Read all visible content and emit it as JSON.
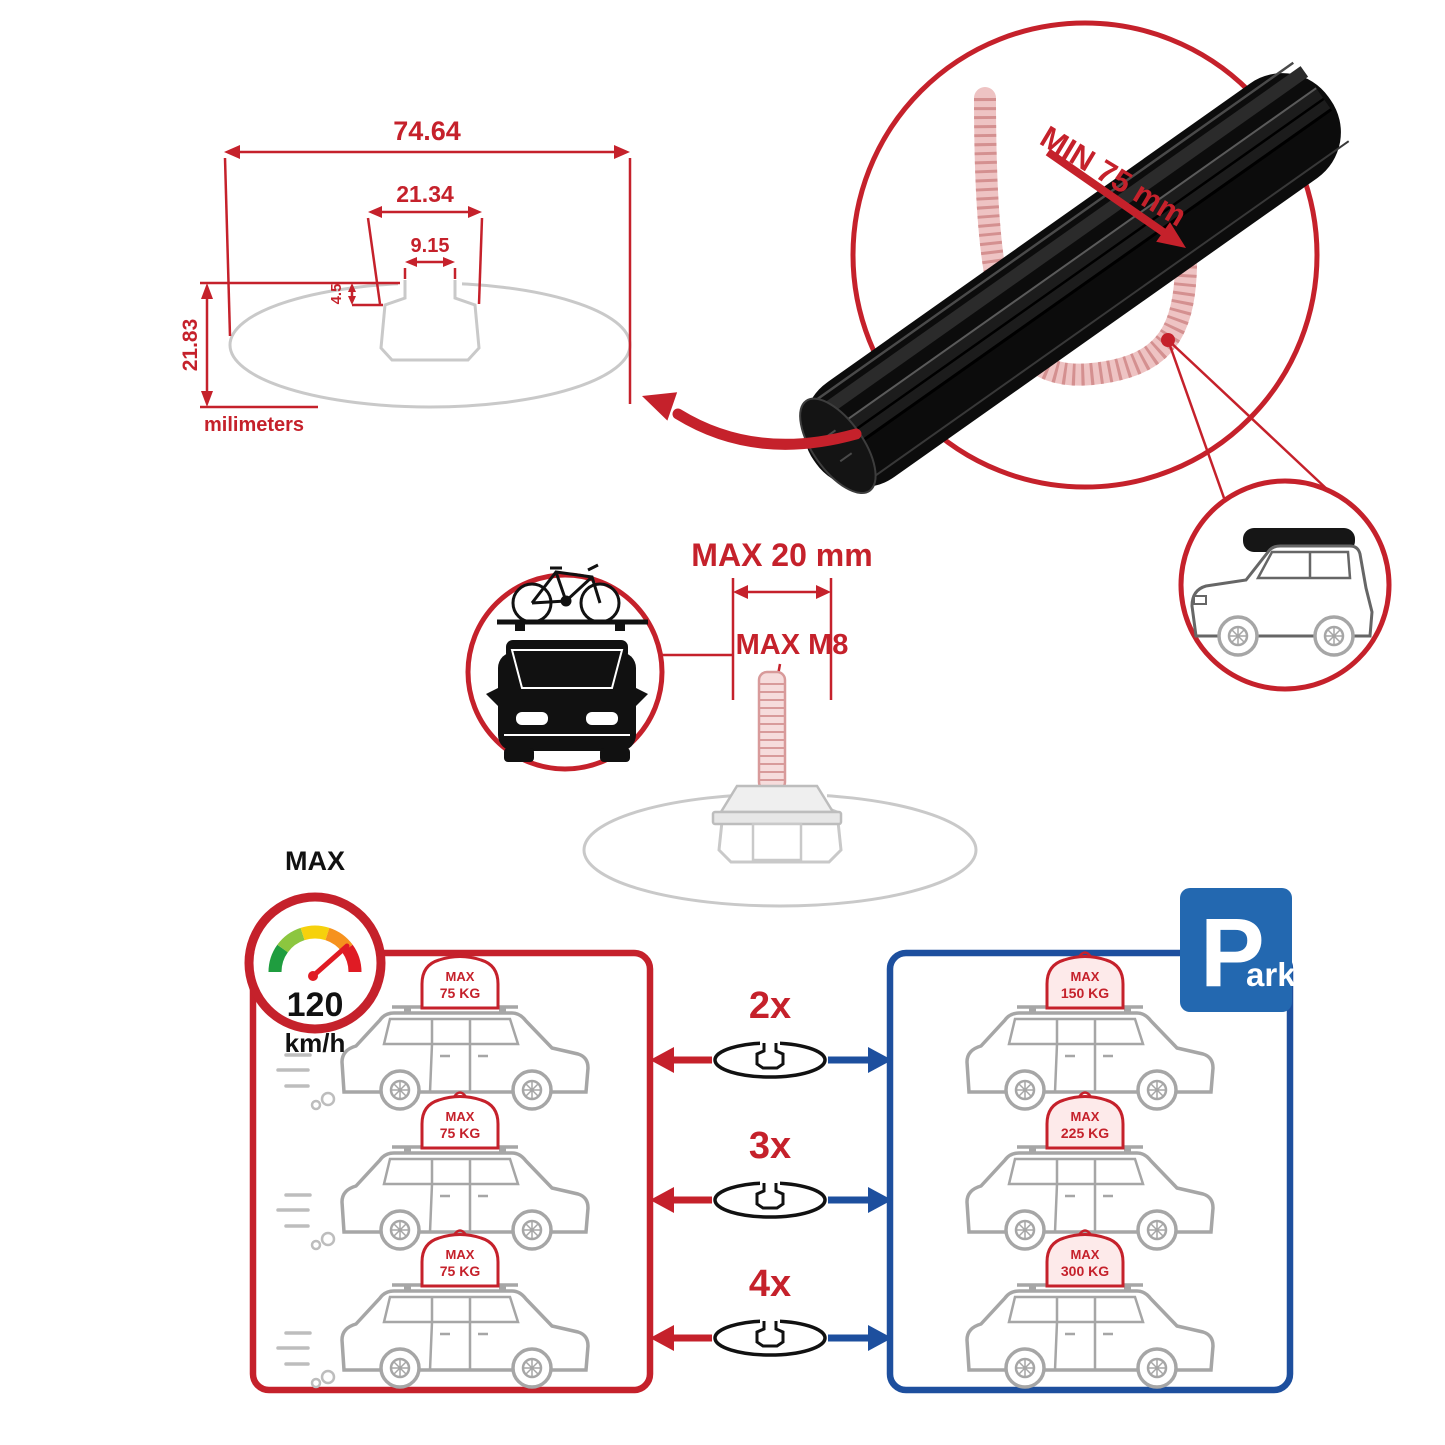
{
  "colors": {
    "red": "#c5212b",
    "blue": "#1d4f9e",
    "park_blue": "#2368b0",
    "car_gray": "#a6a6a6",
    "ghost_gray": "#c9c9c9",
    "black": "#111111"
  },
  "cross_section": {
    "total_width": "74.64",
    "channel_width": "21.34",
    "slot_width": "9.15",
    "slot_depth": "4.5",
    "total_height": "21.83",
    "unit_label": "milimeters"
  },
  "clamp_detail": {
    "min_grip_label": "MIN 75 mm"
  },
  "bolt_detail": {
    "max_length_label": "MAX 20 mm",
    "max_thread_label": "MAX M8"
  },
  "speed_limit": {
    "title": "MAX",
    "value": "120",
    "unit": "km/h"
  },
  "dynamic_cars": [
    {
      "line1": "MAX",
      "line2": "75 KG"
    },
    {
      "line1": "MAX",
      "line2": "75 KG"
    },
    {
      "line1": "MAX",
      "line2": "75 KG"
    }
  ],
  "multipliers": [
    {
      "label": "2x"
    },
    {
      "label": "3x"
    },
    {
      "label": "4x"
    }
  ],
  "static_cars": [
    {
      "line1": "MAX",
      "line2": "150 KG"
    },
    {
      "line1": "MAX",
      "line2": "225 KG"
    },
    {
      "line1": "MAX",
      "line2": "300 KG"
    }
  ],
  "park_sign": {
    "letter": "P",
    "suffix": "ark"
  }
}
